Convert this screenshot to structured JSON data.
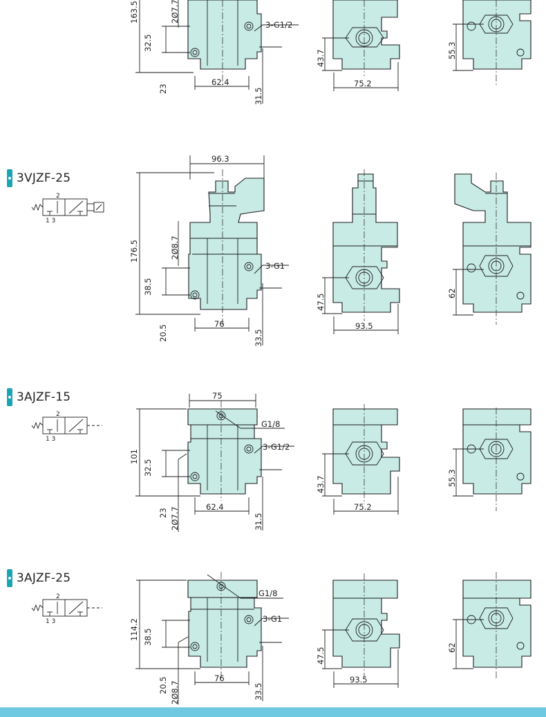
{
  "models": [
    {
      "name": "3VJZF-25"
    },
    {
      "name": "3AJZF-15"
    },
    {
      "name": "3AJZF-25"
    }
  ],
  "symbol_ports": {
    "top": "2",
    "bottom": "1 3"
  },
  "top_partial": {
    "dims": [
      "163.5",
      "2Ø7.7",
      "32.5",
      "23",
      "62.4",
      "31.5",
      "3-G1/2",
      "43.7",
      "75.2",
      "55.3"
    ]
  },
  "vjzf25": {
    "dims": [
      "96.3",
      "176.5",
      "2Ø8.7",
      "38.5",
      "20.5",
      "76",
      "33.5",
      "3-G1",
      "47.5",
      "93.5",
      "62"
    ]
  },
  "ajzf15": {
    "dims": [
      "75",
      "G1/8",
      "3-G1/2",
      "101",
      "32.5",
      "23",
      "2Ø7.7",
      "62.4",
      "31.5",
      "43.7",
      "75.2",
      "55.3"
    ]
  },
  "ajzf25": {
    "dims": [
      "G1/8",
      "3-G1",
      "114.2",
      "38.5",
      "20.5",
      "2Ø8.7",
      "76",
      "33.5",
      "47.5",
      "93.5",
      "62"
    ]
  },
  "colors": {
    "body": "#c8ebe6",
    "tag": "#1aa5b4",
    "bar": "#6fc9e0"
  }
}
